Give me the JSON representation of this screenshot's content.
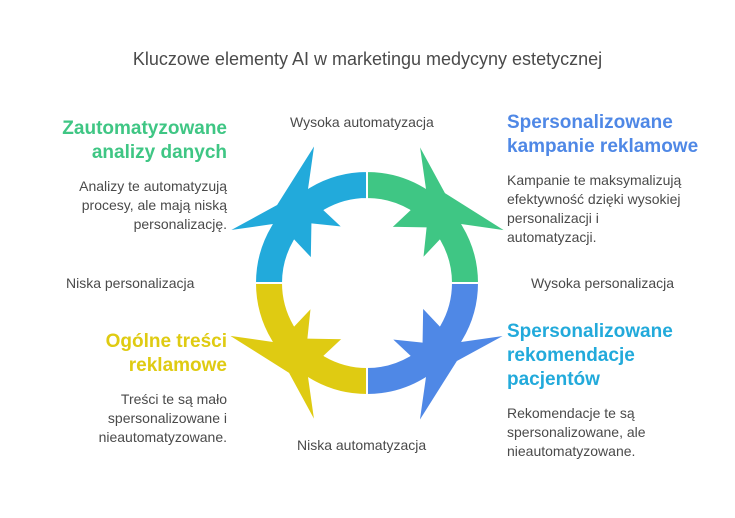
{
  "title": "Kluczowe elementy AI w marketingu medycyny estetycznej",
  "axes": {
    "top": "Wysoka automatyzacja",
    "bottom": "Niska automatyzacja",
    "left": "Niska personalizacja",
    "right": "Wysoka personalizacja"
  },
  "quadrants": [
    {
      "id": "top-left",
      "heading_lines": [
        "Zautomatyzowane",
        "analizy danych"
      ],
      "description_lines": [
        "Analizy te automatyzują",
        "procesy, ale mają niską",
        "personalizację."
      ],
      "color": "#3fc684"
    },
    {
      "id": "top-right",
      "heading_lines": [
        "Spersonalizowane",
        "kampanie reklamowe"
      ],
      "description_lines": [
        "Kampanie te maksymalizują",
        "efektywność dzięki wysokiej",
        "personalizacji i",
        "automatyzacji."
      ],
      "color": "#4f88e6"
    },
    {
      "id": "bottom-left",
      "heading_lines": [
        "Ogólne treści",
        "reklamowe"
      ],
      "description_lines": [
        "Treści te są mało",
        "spersonalizowane i",
        "nieautomatyzowane."
      ],
      "color": "#dfcb12"
    },
    {
      "id": "bottom-right",
      "heading_lines": [
        "Spersonalizowane",
        "rekomendacje",
        "pacjentów"
      ],
      "description_lines": [
        "Rekomendacje te są",
        "spersonalizowane, ale",
        "nieautomatyzowane."
      ],
      "color": "#22aadb"
    }
  ],
  "ring_segments": [
    {
      "name": "top-left",
      "color": "#22aadb"
    },
    {
      "name": "top-right",
      "color": "#3fc684"
    },
    {
      "name": "bottom-right",
      "color": "#4f88e6"
    },
    {
      "name": "bottom-left",
      "color": "#dfcb12"
    }
  ]
}
